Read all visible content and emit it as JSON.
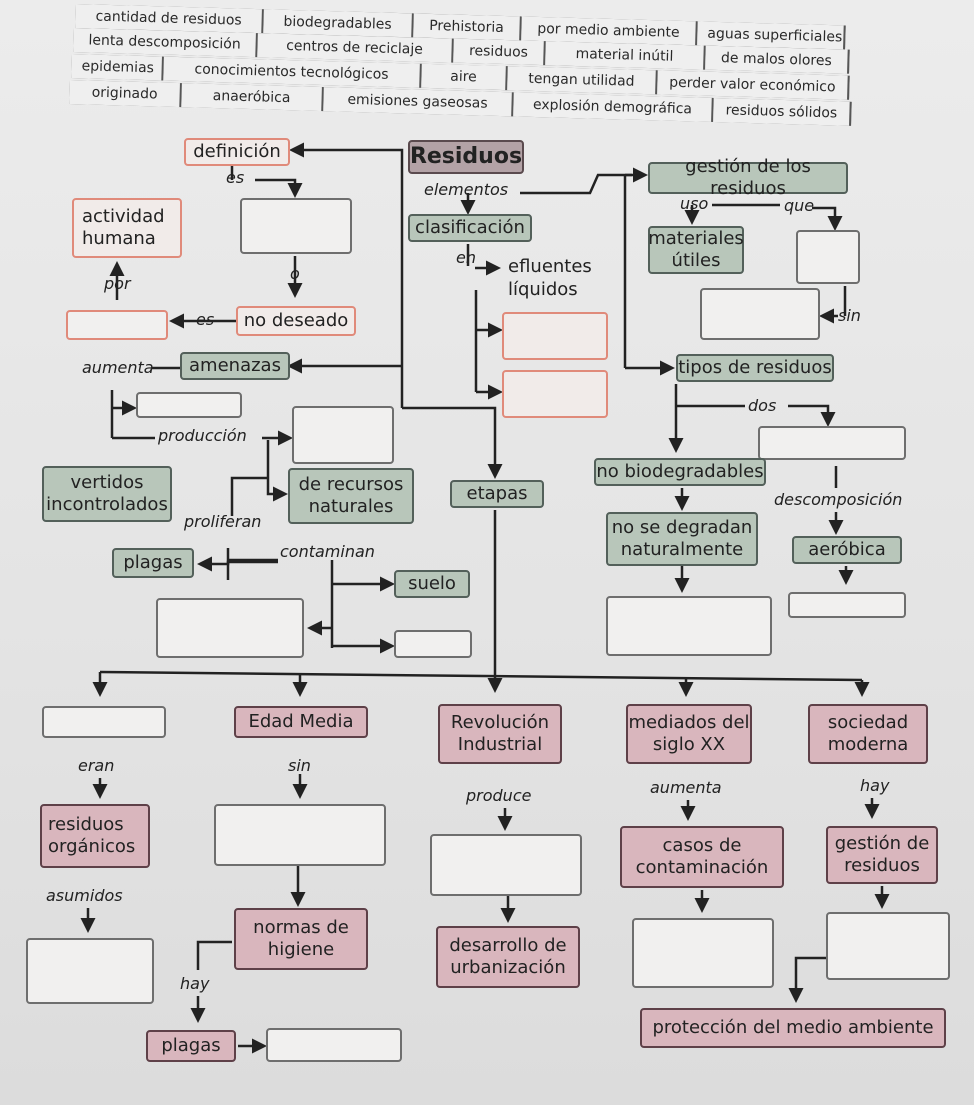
{
  "word_bank": {
    "rows": [
      [
        "cantidad de residuos",
        "biodegradables",
        "Prehistoria",
        "por medio ambiente",
        "aguas superficiales"
      ],
      [
        "lenta descomposición",
        "centros de reciclaje",
        "residuos",
        "material inútil",
        "de malos olores"
      ],
      [
        "epidemias",
        "conocimientos tecnológicos",
        "aire",
        "tengan utilidad",
        "perder valor económico"
      ],
      [
        "originado",
        "anaeróbica",
        "emisiones gaseosas",
        "explosión demográfica",
        "residuos sólidos"
      ]
    ]
  },
  "nodes": {
    "residuos": "Residuos",
    "definicion": "definición",
    "actividad_humana": "actividad humana",
    "no_deseado": "no deseado",
    "amenazas": "amenazas",
    "vertidos": "vertidos incontrolados",
    "de_recursos": "de recursos naturales",
    "plagas_1": "plagas",
    "suelo": "suelo",
    "clasificacion": "clasificación",
    "efluentes": "efluentes líquidos",
    "etapas": "etapas",
    "gestion": "gestión de los residuos",
    "materiales": "materiales útiles",
    "tipos": "tipos de residuos",
    "no_biodeg": "no biodegradables",
    "no_se_degradan": "no se degradan naturalmente",
    "aerobica": "aeróbica",
    "edad_media": "Edad Media",
    "revolucion": "Revolución Industrial",
    "mediados": "mediados del siglo XX",
    "sociedad": "sociedad moderna",
    "residuos_organicos": "residuos orgánicos",
    "normas": "normas de higiene",
    "desarrollo": "desarrollo de urbanización",
    "casos": "casos de contaminación",
    "gestion_residuos": "gestión de residuos",
    "plagas_2": "plagas",
    "proteccion": "protección del medio ambiente"
  },
  "connectors": {
    "es_1": "es",
    "o": "o",
    "por": "por",
    "es_2": "es",
    "elementos": "elementos",
    "en": "en",
    "uso": "uso",
    "que": "que",
    "sin": "sin",
    "aumenta_1": "aumenta",
    "produccion": "producción",
    "proliferan": "proliferan",
    "contaminan": "contaminan",
    "dos": "dos",
    "descomposicion": "descomposición",
    "eran": "eran",
    "sin_2": "sin",
    "produce": "produce",
    "aumenta_2": "aumenta",
    "hay_1": "hay",
    "asumidos": "asumidos",
    "hay_2": "hay"
  }
}
